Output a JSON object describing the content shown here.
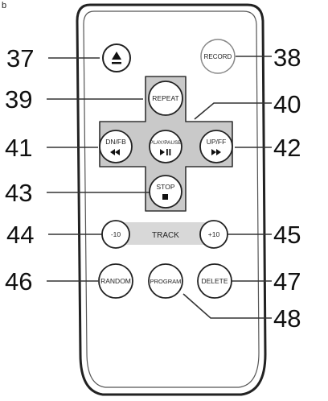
{
  "corner_mark": "b",
  "buttons": {
    "eject": {
      "icon": "eject-icon"
    },
    "record": {
      "label": "RECORD"
    },
    "repeat": {
      "label": "REPEAT"
    },
    "dn_fb": {
      "label": "DN/FB",
      "icon": "rewind-icon"
    },
    "play_pause": {
      "label": "PLAY/PAUSE",
      "icon": "play-pause-icon"
    },
    "up_ff": {
      "label": "UP/FF",
      "icon": "fast-forward-icon"
    },
    "stop": {
      "label": "STOP",
      "icon": "stop-icon"
    },
    "minus_10": {
      "label": "-10"
    },
    "track": {
      "label": "TRACK"
    },
    "plus_10": {
      "label": "+10"
    },
    "random": {
      "label": "RANDOM"
    },
    "program": {
      "label": "PROGRAM"
    },
    "delete": {
      "label": "DELETE"
    }
  },
  "callouts": {
    "c37": "37",
    "c38": "38",
    "c39": "39",
    "c40": "40",
    "c41": "41",
    "c42": "42",
    "c43": "43",
    "c44": "44",
    "c45": "45",
    "c46": "46",
    "c47": "47",
    "c48": "48"
  }
}
